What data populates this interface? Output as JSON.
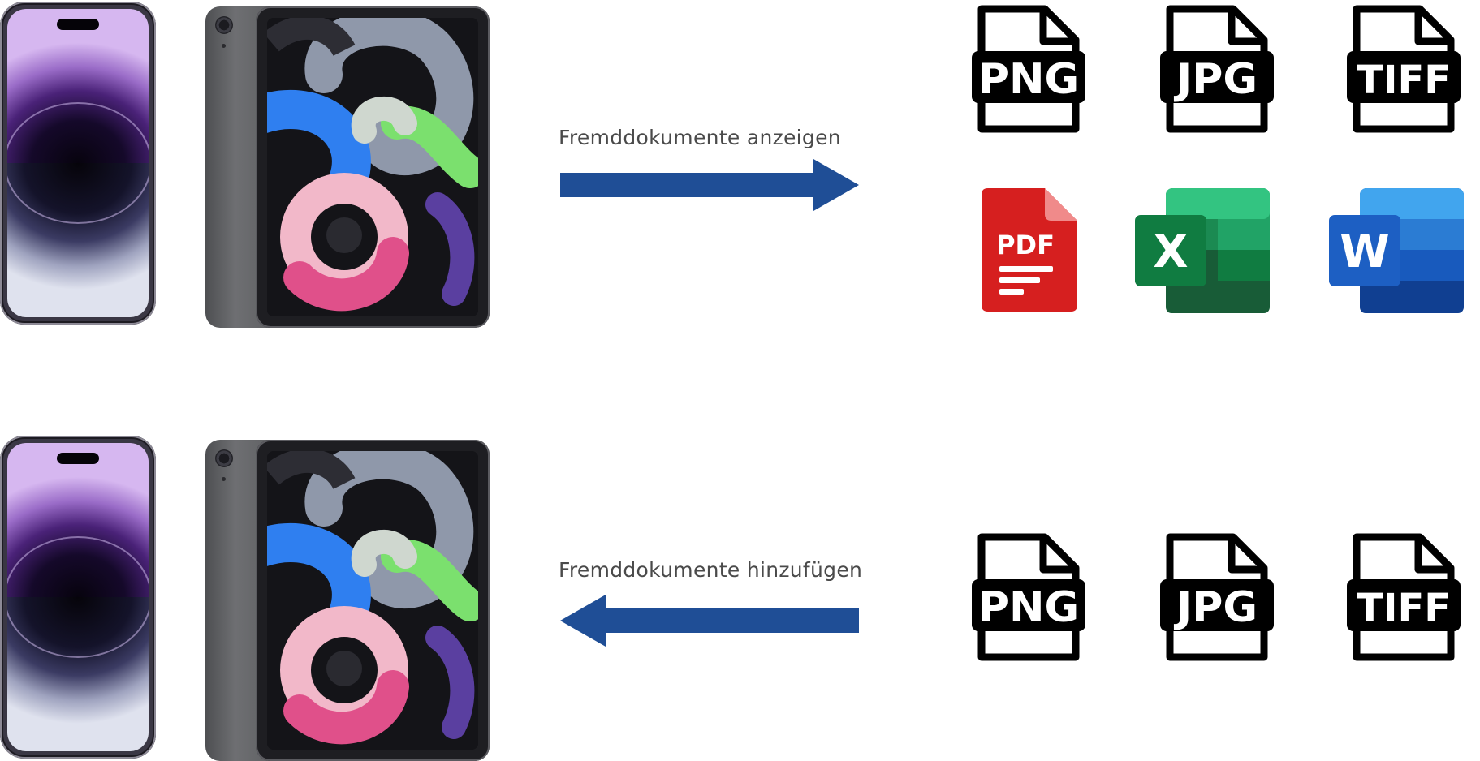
{
  "colors": {
    "arrow": "#1f4e96",
    "label_text": "#4a4a4a",
    "file_icon": "#000000",
    "pdf_red": "#d61f1f",
    "excel_green": "#1d7a45",
    "word_blue": "#1d5fc3"
  },
  "rows": [
    {
      "label": "Fremddokumente anzeigen",
      "arrow_direction": "right",
      "file_types": [
        "PNG",
        "JPG",
        "TIFF"
      ],
      "app_icons": [
        {
          "name": "pdf-icon",
          "label": "PDF"
        },
        {
          "name": "excel-icon",
          "label": "X"
        },
        {
          "name": "word-icon",
          "label": "W"
        }
      ]
    },
    {
      "label": "Fremddokumente hinzufügen",
      "arrow_direction": "left",
      "file_types": [
        "PNG",
        "JPG",
        "TIFF"
      ]
    }
  ],
  "devices": [
    "iphone",
    "ipad"
  ]
}
